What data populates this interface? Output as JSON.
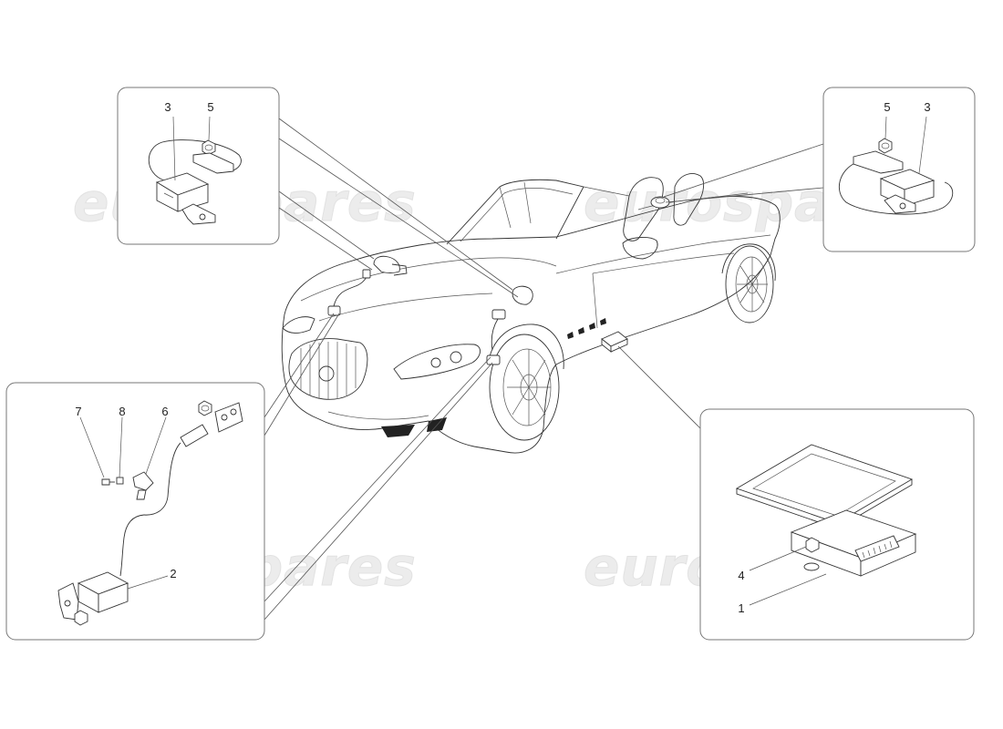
{
  "watermark": {
    "text": "eurospares"
  },
  "callouts": {
    "top_left": {
      "sensor": "3",
      "nut": "5"
    },
    "top_right": {
      "nut": "5",
      "sensor": "3"
    },
    "bottom_left": {
      "screw": "7",
      "clip": "8",
      "bracket": "6",
      "sensor": "2"
    },
    "bottom_right": {
      "nut": "4",
      "control_unit": "1"
    }
  },
  "colors": {
    "line": "#333333",
    "panel_border": "#777777",
    "watermark": "#ececec"
  }
}
